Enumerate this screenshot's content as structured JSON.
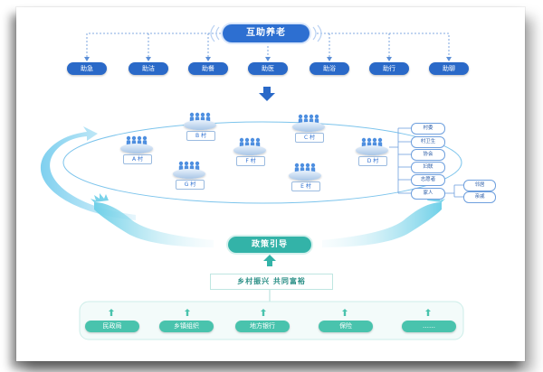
{
  "title": "互助养老",
  "services": [
    "助急",
    "助洁",
    "助餐",
    "助医",
    "助浴",
    "助行",
    "助聊"
  ],
  "villages": [
    {
      "id": "a",
      "label": "A 村"
    },
    {
      "id": "b",
      "label": "B 村"
    },
    {
      "id": "c",
      "label": "C 村"
    },
    {
      "id": "d",
      "label": "D 村"
    },
    {
      "id": "e",
      "label": "E 村"
    },
    {
      "id": "f",
      "label": "F 村"
    },
    {
      "id": "g",
      "label": "G 村"
    }
  ],
  "village_d_branches": [
    "村委",
    "村卫生",
    "协会",
    "妇联",
    "志愿者",
    "家人"
  ],
  "family_sub_branches": [
    "邻居",
    "亲戚"
  ],
  "policy_label": "政策引导",
  "slogan": "乡村振兴  共同富裕",
  "organizations": [
    "民政局",
    "乡镇组织",
    "地方银行",
    "保险",
    "……"
  ],
  "colors": {
    "blue": "#2a69c8",
    "teal": "#33b3a8",
    "green": "#49c3ad",
    "light_blue": "#8fd4f0"
  }
}
